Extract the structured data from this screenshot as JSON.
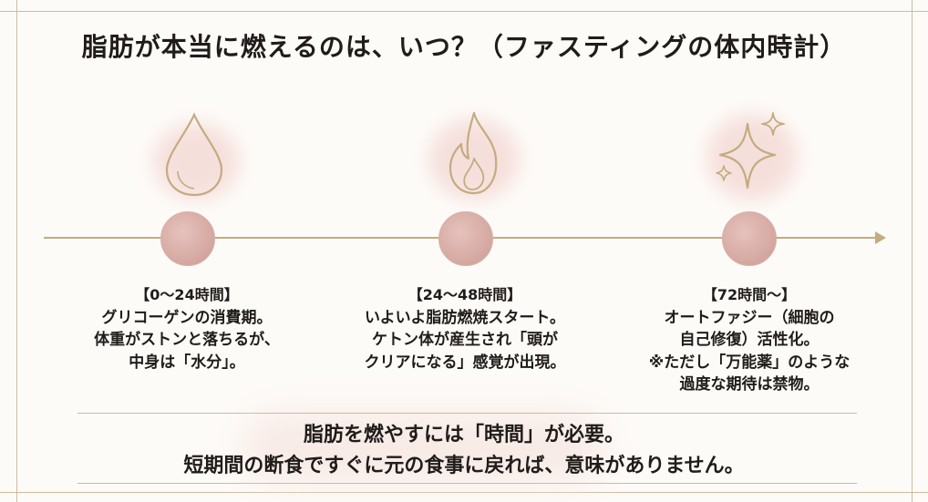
{
  "title": "脂肪が本当に燃えるのは、いつ？（ファスティングの体内時計）",
  "stages": [
    {
      "icon": "water-drop-icon",
      "period": "【0～24時間】",
      "lines": [
        "グリコーゲンの消費期。",
        "体重がストンと落ちるが、",
        "中身は「水分」。"
      ]
    },
    {
      "icon": "flame-icon",
      "period": "【24～48時間】",
      "lines": [
        "いよいよ脂肪燃焼スタート。",
        "ケトン体が産生され「頭が",
        "クリアになる」感覚が出現。"
      ]
    },
    {
      "icon": "sparkle-icon",
      "period": "【72時間～】",
      "lines": [
        "オートファジー（細胞の",
        "自己修復）活性化。",
        "※ただし「万能薬」のような",
        "過度な期待は禁物。"
      ]
    }
  ],
  "conclusion": {
    "line1": "脂肪を燃やすには「時間」が必要。",
    "line2": "短期間の断食ですぐに元の食事に戻れば、意味がありません。"
  },
  "colors": {
    "gold": "#c4ab80",
    "rose": "#d5a9a2",
    "blush": "#f3ddd8"
  }
}
